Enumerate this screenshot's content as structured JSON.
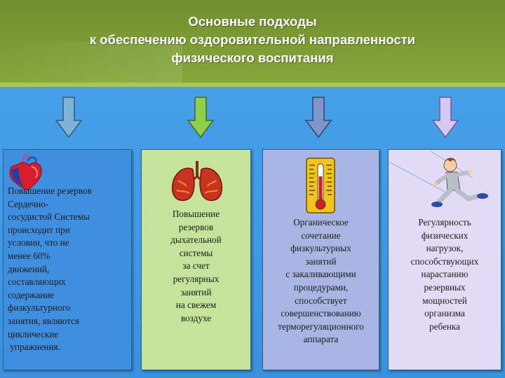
{
  "title": {
    "line1": "Основные подходы",
    "line2": "к обеспечению оздоровительной направленности",
    "line3": "физического воспитания"
  },
  "colors": {
    "header": "#7a9a33",
    "background": "#3b8fd9",
    "arrow_blue": "#7fb3d6",
    "arrow_green": "#8fcf4a",
    "arrow_slate": "#7f95c8",
    "arrow_lilac": "#d7c8f3",
    "card1": "#3f8fe0",
    "card2": "#c5e39b",
    "card3": "#a9b6e3",
    "card4": "#e3dcf7"
  },
  "cards": [
    {
      "icon": "heart-icon",
      "lines": [
        "Повышение резервов",
        "Сердечно-",
        "сосудистой Системы",
        "происходит при",
        "условии, что не",
        "менее 60%",
        "движений,",
        "составляющих",
        "содержание",
        "физкультурного",
        "занятия, являются",
        "циклические",
        " упражнения."
      ]
    },
    {
      "icon": "lungs-icon",
      "lines": [
        "Повышение",
        "резервов",
        "дыхательной",
        "системы",
        "за счет",
        "регулярных",
        "занятий",
        "на свежем",
        "воздухе"
      ]
    },
    {
      "icon": "thermometer-icon",
      "lines": [
        "Органическое",
        "сочетание",
        "физкультурных",
        "занятий",
        "с закаливающими",
        "процедурами,",
        "способствует",
        "совершенствованию",
        "терморегуляционного",
        "аппарата"
      ]
    },
    {
      "icon": "running-boy-icon",
      "lines": [
        "Регулярность",
        "физических",
        "нагрузок,",
        "способствующих",
        "нарастанию",
        "резервных",
        "мощностей",
        "организма",
        "ребенка"
      ]
    }
  ]
}
